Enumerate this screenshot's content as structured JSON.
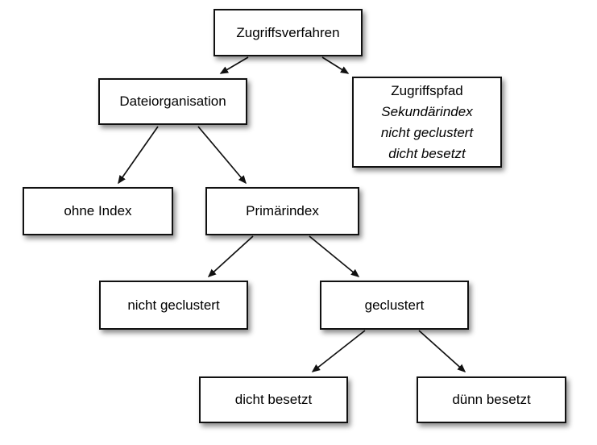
{
  "diagram": {
    "type": "tree",
    "language": "de",
    "nodes": {
      "zugriffsverfahren": {
        "label": "Zugriffsverfahren"
      },
      "dateiorganisation": {
        "label": "Dateiorganisation"
      },
      "zugriffspfad": {
        "lines": [
          "Zugriffspfad",
          "Sekundärindex",
          "nicht geclustert",
          "dicht besetzt"
        ]
      },
      "ohne_index": {
        "label": "ohne Index"
      },
      "primaerindex": {
        "label": "Primärindex"
      },
      "nicht_geclustert": {
        "label": "nicht geclustert"
      },
      "geclustert": {
        "label": "geclustert"
      },
      "dicht_besetzt": {
        "label": "dicht besetzt"
      },
      "duenn_besetzt": {
        "label": "dünn besetzt"
      }
    },
    "edges": [
      {
        "from": "Zugriffsverfahren",
        "to": "Dateiorganisation"
      },
      {
        "from": "Zugriffsverfahren",
        "to": "Zugriffspfad"
      },
      {
        "from": "Dateiorganisation",
        "to": "ohne Index"
      },
      {
        "from": "Dateiorganisation",
        "to": "Primärindex"
      },
      {
        "from": "Primärindex",
        "to": "nicht geclustert"
      },
      {
        "from": "Primärindex",
        "to": "geclustert"
      },
      {
        "from": "geclustert",
        "to": "dicht besetzt"
      },
      {
        "from": "geclustert",
        "to": "dünn besetzt"
      }
    ],
    "colors": {
      "background": "#ffffff",
      "box_fill": "#ffffff",
      "box_border": "#111111",
      "text": "#000000",
      "arrow": "#111111",
      "shadow": "rgba(0,0,0,0.45)"
    }
  }
}
